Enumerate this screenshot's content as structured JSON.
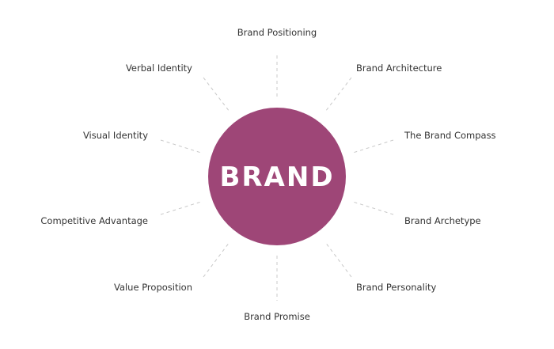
{
  "center": {
    "label": "BRAND",
    "color": "#9e4677"
  },
  "nodes": [
    {
      "id": "brand-positioning",
      "label": "Brand Positioning"
    },
    {
      "id": "brand-architecture",
      "label": "Brand Architecture"
    },
    {
      "id": "the-brand-compass",
      "label": "The Brand Compass"
    },
    {
      "id": "brand-archetype",
      "label": "Brand Archetype"
    },
    {
      "id": "brand-personality",
      "label": "Brand Personality"
    },
    {
      "id": "brand-promise",
      "label": "Brand Promise"
    },
    {
      "id": "value-proposition",
      "label": "Value Proposition"
    },
    {
      "id": "competitive-advantage",
      "label": "Competitive Advantage"
    },
    {
      "id": "visual-identity",
      "label": "Visual Identity"
    },
    {
      "id": "verbal-identity",
      "label": "Verbal Identity"
    }
  ],
  "colors": {
    "spoke": "#c8c8c8",
    "label": "#333333"
  }
}
